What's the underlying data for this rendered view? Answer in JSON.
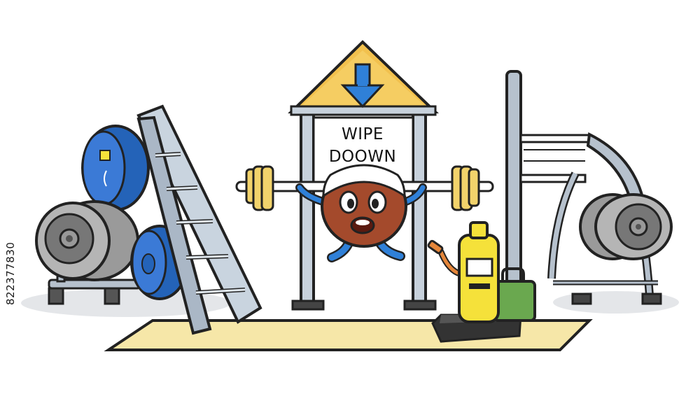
{
  "sign": {
    "line1": "WIPE",
    "line2": "DOOWN",
    "arrow_icon": "arrow-down-icon"
  },
  "side_id": "822377830",
  "colors": {
    "sign_roof": "#f2c14e",
    "arrow": "#2f80d8",
    "mat": "#f6e7a8",
    "frame": "#a9b6c4",
    "plate_blue": "#2463b8",
    "plate_gray": "#8c8c8c",
    "barbell_weight": "#f2d36b",
    "character_body": "#a44a2c",
    "bottle": "#f5e13a",
    "jug": "#6aa84f"
  }
}
